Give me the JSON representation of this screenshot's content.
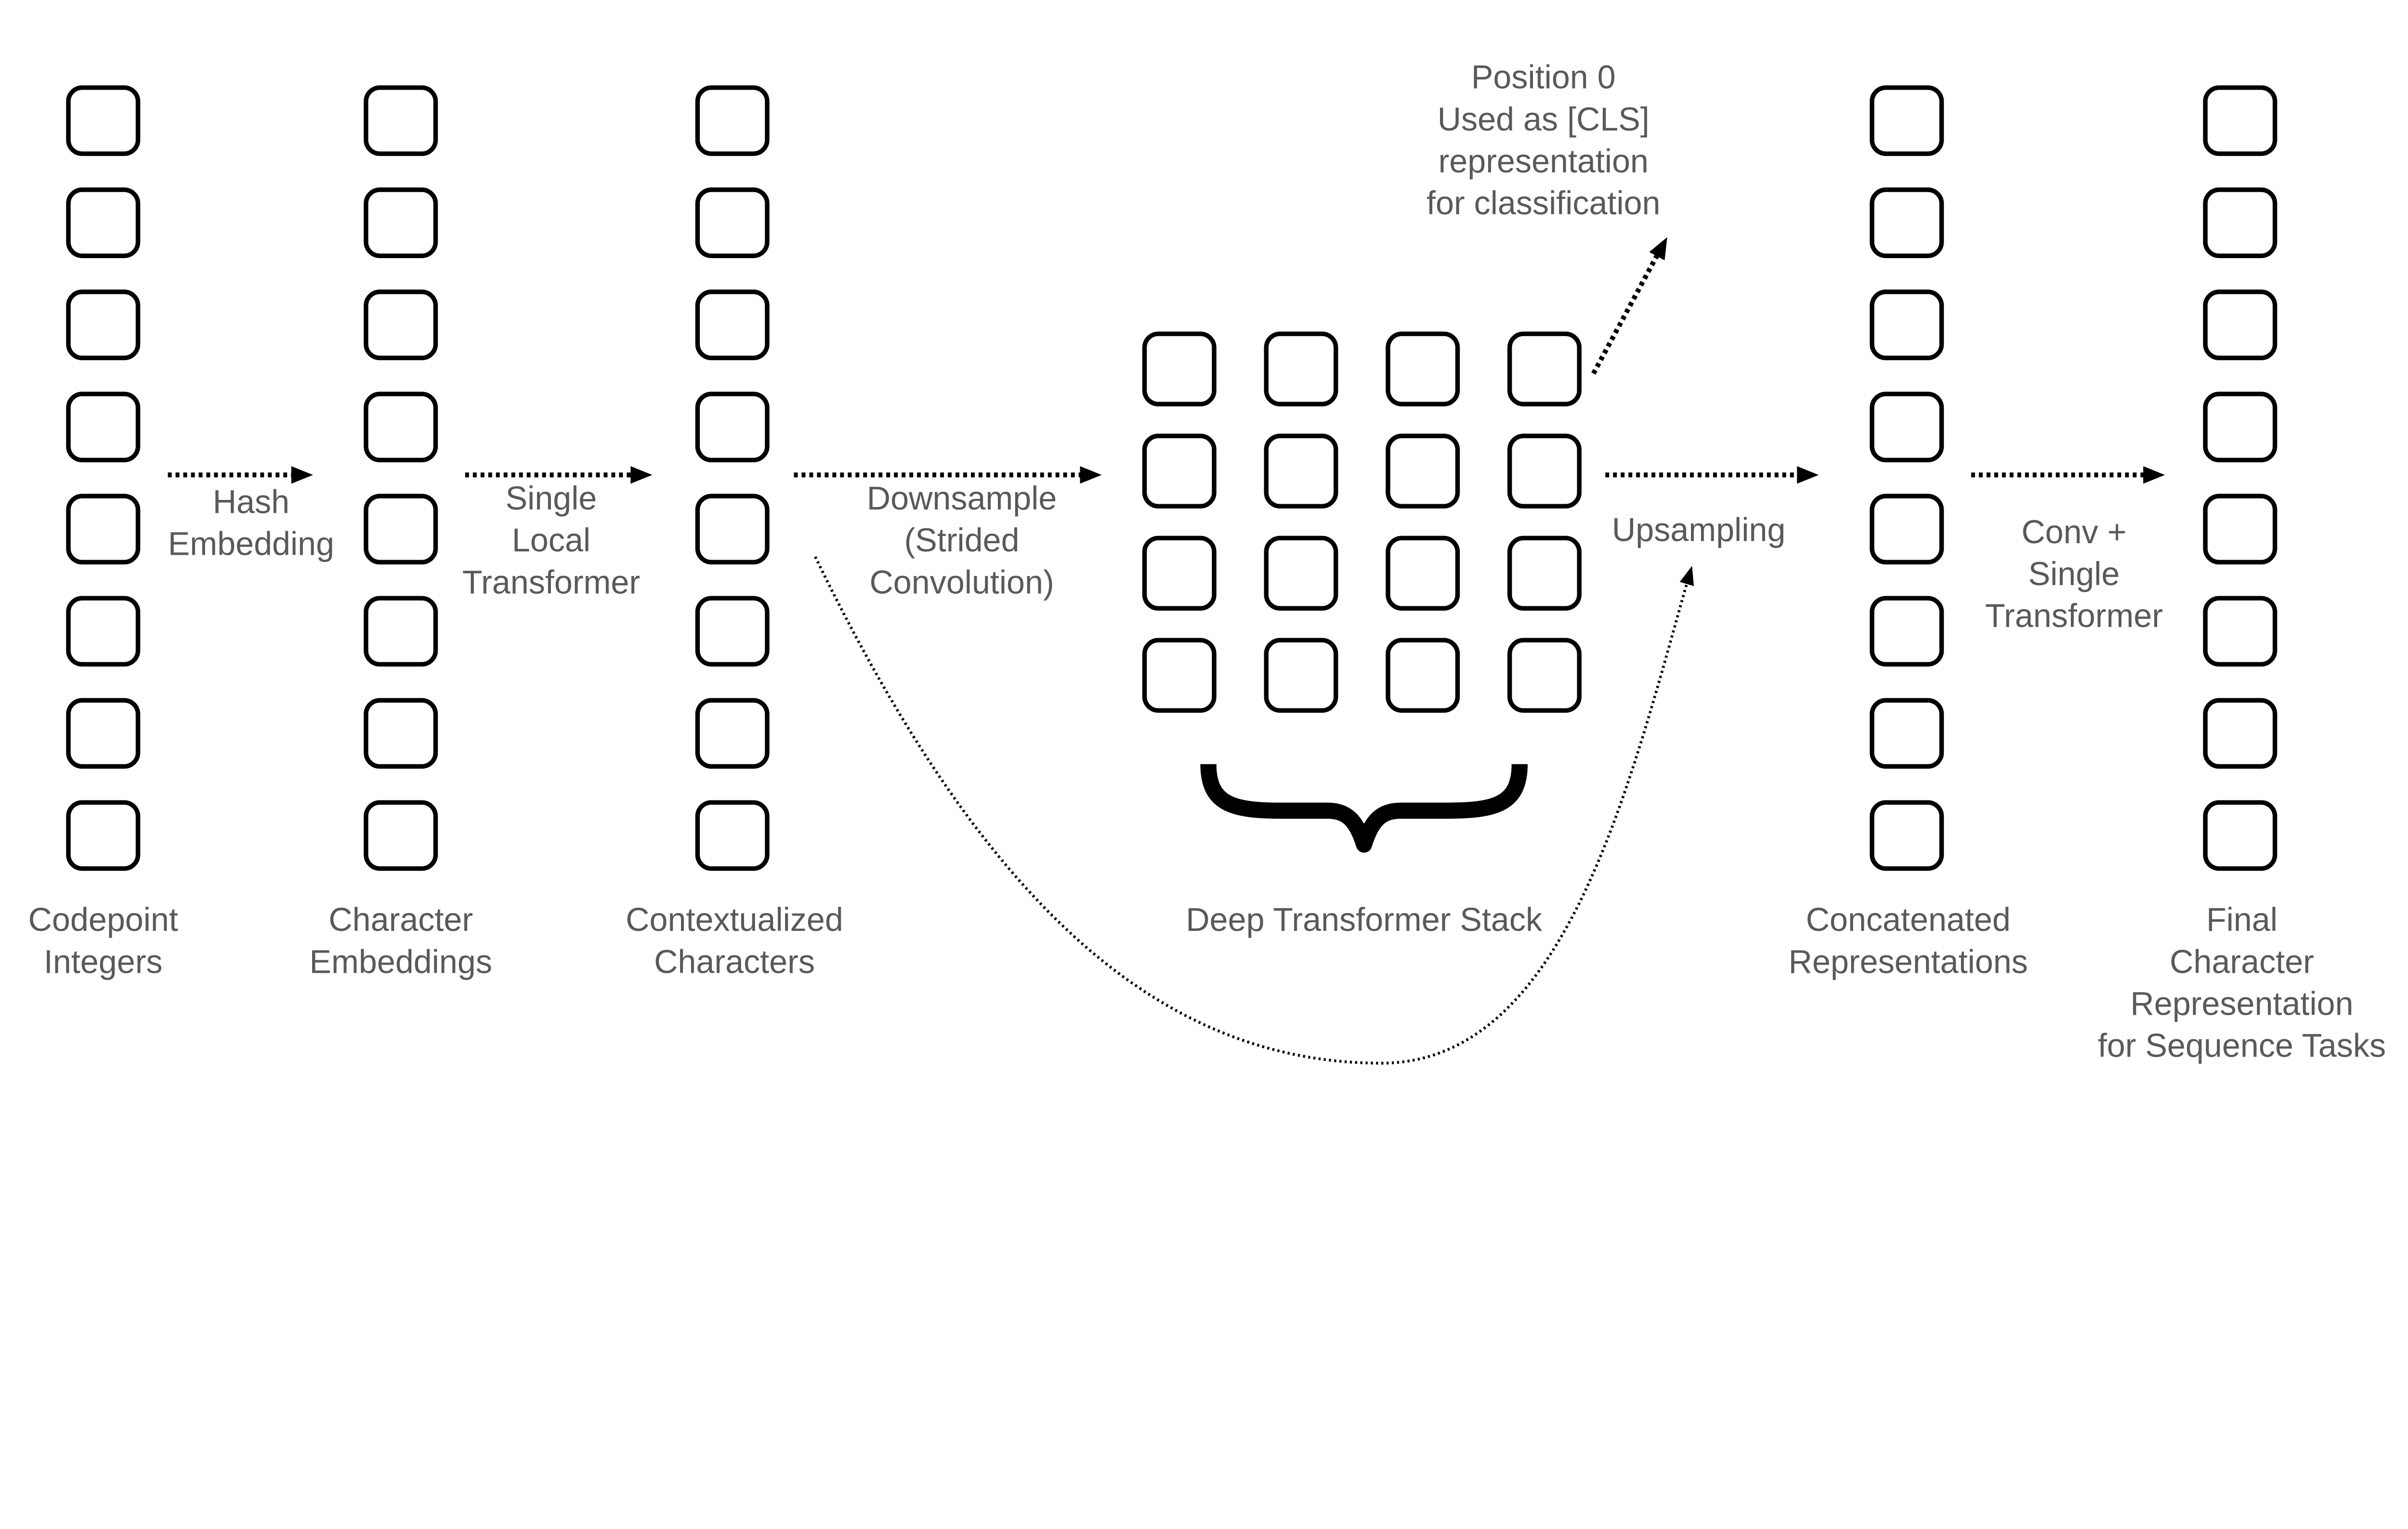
{
  "columns": [
    {
      "name": "codepoint-integers",
      "label": "Codepoint\nIntegers",
      "box_count": 8
    },
    {
      "name": "character-embeddings",
      "label": "Character\nEmbeddings",
      "box_count": 8
    },
    {
      "name": "contextualized-characters",
      "label": "Contextualized\nCharacters",
      "box_count": 8
    },
    {
      "name": "concatenated-representations",
      "label": "Concatenated\nRepresentations",
      "box_count": 8
    },
    {
      "name": "final-character-representation",
      "label": "Final\nCharacter\nRepresentation\nfor Sequence Tasks",
      "box_count": 8
    }
  ],
  "grid": {
    "name": "deep-transformer-stack",
    "rows": 4,
    "cols": 4,
    "label": "Deep Transformer Stack"
  },
  "edges": [
    {
      "name": "hash-embedding",
      "label": "Hash\nEmbedding"
    },
    {
      "name": "single-local-transformer",
      "label": "Single\nLocal\nTransformer"
    },
    {
      "name": "downsample",
      "label": "Downsample\n(Strided\nConvolution)"
    },
    {
      "name": "upsampling",
      "label": "Upsampling"
    },
    {
      "name": "conv-single-transformer",
      "label": "Conv +\nSingle\nTransformer"
    }
  ],
  "annotation": {
    "cls": "Position 0\nUsed as [CLS]\nrepresentation\nfor classification"
  },
  "colors": {
    "text": "#595959",
    "line": "#000000",
    "background": "#ffffff",
    "box_fill": "#ffffff"
  }
}
